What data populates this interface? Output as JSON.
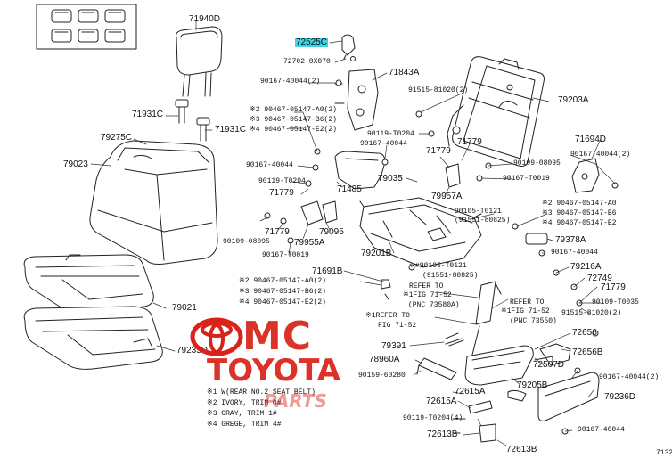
{
  "diagram": {
    "part_labels": {
      "p71940D": "71940D",
      "p72525C": "72525C",
      "p72702": "72702-0X070",
      "p71843A": "71843A",
      "p91515a": "91515-81020(2)",
      "p90167_top": "90167-40044(2)",
      "p79203A": "79203A",
      "p71931C_a": "71931C",
      "p71931C_b": "71931C",
      "s90467_a": "90467-05147-A0(2)",
      "s90467_b": "90467-05147-B6(2)",
      "s90467_c": "90467-05147-E2(2)",
      "p90119_t0204_a": "90119-T0204",
      "p90167_mid_a": "90167-40044",
      "p79275C": "79275C",
      "p71779_a": "71779",
      "p71694D": "71694D",
      "p79023": "79023",
      "p90167_left": "90167-40044",
      "p71779_b": "71779",
      "p90109_08095_a": "90109-08095",
      "p90167_right_a": "90167-40044(2)",
      "p90119_t0204_b": "90119-T0204",
      "p79035": "79035",
      "p90167_t0019_a": "90167-T0019",
      "p71485": "71485",
      "p71779_c": "71779",
      "p79957A": "79957A",
      "p90105_top": "90105-T0121",
      "p91551_top": "(91551-80825)",
      "s90467_right_a": "90467-05147-A0",
      "s90467_right_b": "90467-05147-B6",
      "s90467_right_c": "90467-05147-E2",
      "p90109_08095_b": "90109-08095",
      "p71779_d": "71779",
      "p79955A": "79955A",
      "p79095": "79095",
      "p79378A": "79378A",
      "p90167_t0019_b": "90167-T0019",
      "p79201B": "79201B",
      "p90167_right_b": "90167-40044",
      "p90105_mid": "#90105-T0121",
      "p91551_mid": "(91551-80825)",
      "p79216A": "79216A",
      "p71691B": "71691B",
      "p72749": "72749",
      "s90467_lower_a": "90467-05147-A0(2)",
      "s90467_lower_b": "90467-05147-B6(2)",
      "s90467_lower_c": "90467-05147-E2(2)",
      "ref_a1": "REFER TO",
      "ref_a2": "FIG 71-52",
      "ref_a3": "(PNC 73580A)",
      "p71779_e": "71779",
      "p79021": "79021",
      "ref_b1": "REFER TO",
      "ref_b2": "FIG 71-52",
      "ref_b3": "(PNC 73550)",
      "p90109_t0035": "90109-T0035",
      "p91515b": "91515-81020(2)",
      "ref_c": "REFER TO",
      "ref_c2": "FIG 71-52",
      "p72656": "72656",
      "p79235D": "79235D",
      "p79391": "79391",
      "p72656B": "72656B",
      "p78960A": "78960A",
      "p72507D": "72507D",
      "p90167_lower_right": "90167-40044(2)",
      "p90159": "90159-60280",
      "p79205B": "79205B",
      "p72615A_a": "72615A",
      "p79236D": "79236D",
      "p72615A_b": "72615A",
      "p90119_t0204_c": "90119-T0204(4)",
      "p72613B_a": "72613B",
      "p90167_bottom": "90167-40044",
      "p72613B_b": "72613B",
      "fig_num": "7132"
    },
    "legend": {
      "l1": "※1 W(REAR NO.2 SEAT BELT)",
      "l2": "※2 IVORY, TRIM 0#",
      "l3": "※3 GRAY, TRIM 1#",
      "l4": "※4 GREGE, TRIM 4#"
    },
    "watermark": {
      "line1": "MC",
      "line2": "TOYOTA",
      "line3": "PARTS"
    },
    "highlight_color": "#3fd3e6",
    "watermark_color": "#d9231a"
  }
}
